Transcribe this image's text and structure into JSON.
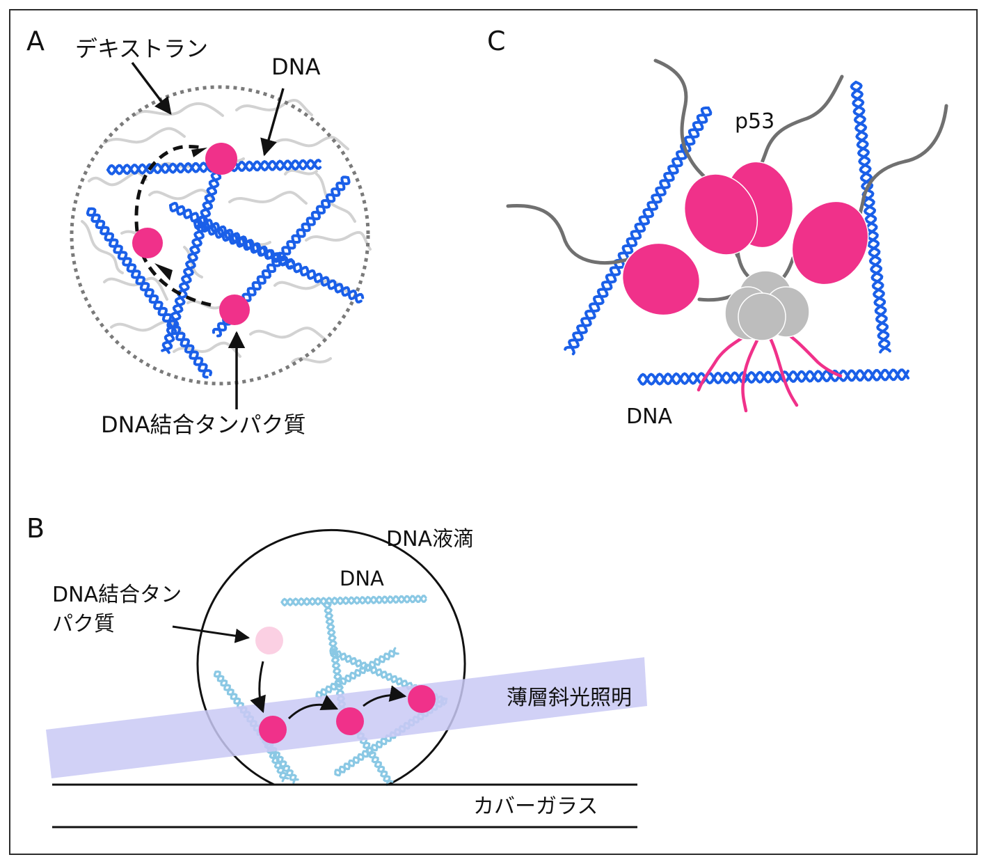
{
  "panels": {
    "a": {
      "letter": "A",
      "dextran": "デキストラン",
      "dna": "DNA",
      "protein": "DNA結合タンパク質"
    },
    "b": {
      "letter": "B",
      "droplet": "DNA液滴",
      "dna": "DNA",
      "protein_line1": "DNA結合タン",
      "protein_line2": "パク質",
      "illumination": "薄層斜光照明",
      "coverglass": "カバーガラス"
    },
    "c": {
      "letter": "C",
      "p53": "p53",
      "dna": "DNA"
    }
  },
  "colors": {
    "dna": "#1a5fe8",
    "dna_light": "#8ac8e4",
    "protein": "#f0318a",
    "protein_faded": "#fbd0e3",
    "dextran": "#d2d2d2",
    "illumination": "#c9c9f5",
    "p53_tail": "#707070",
    "p53_core": "#bdbdbd",
    "border": "#2b2b2b"
  }
}
